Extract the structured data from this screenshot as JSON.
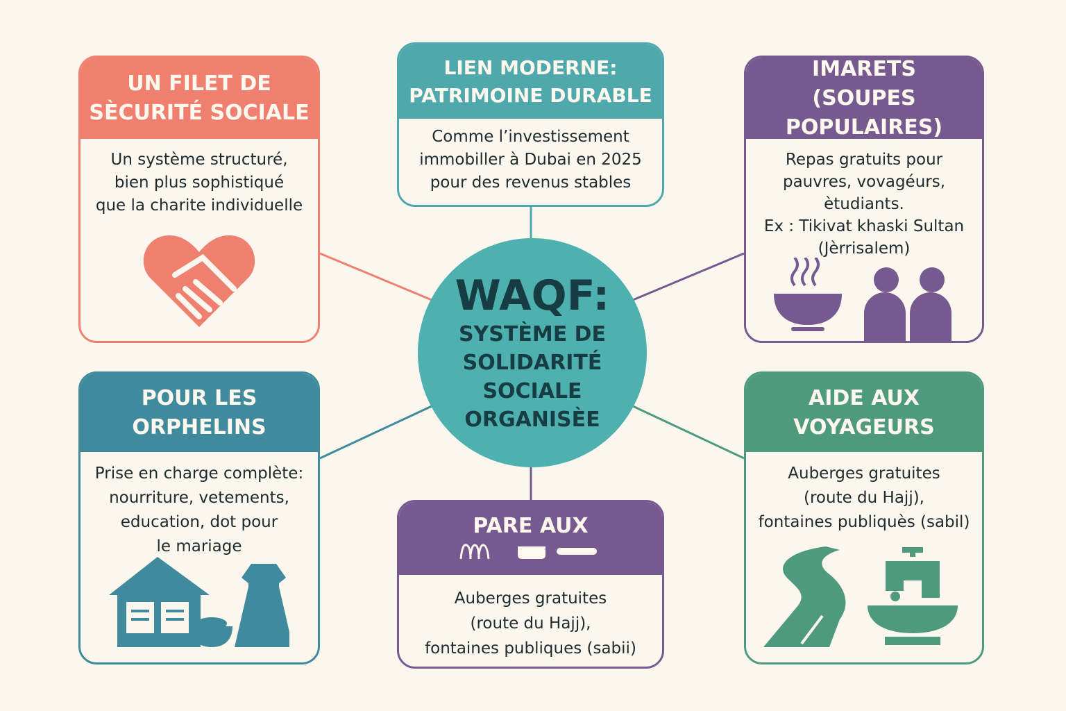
{
  "center": {
    "title": "WAQF:",
    "subtitle": [
      "SYSTÈME DE",
      "SOLIDARITÉ",
      "SOCIALE",
      "ORGANISÈE"
    ]
  },
  "cards": [
    {
      "title": [
        "UN FILET DE",
        "SÈCURITÉ SOCIALE"
      ],
      "body": [
        "Un système structuré,",
        "bien plus sophistiqué",
        "que la charite individuelle"
      ],
      "icon": "heart-handshake-icon",
      "color": "#ef8070"
    },
    {
      "title": [
        "LIEN MODERNE:",
        "PATRIMOINE DURABLE"
      ],
      "body": [
        "Comme l’investissement",
        "immobiller à Dubai en 2025",
        "pour des revenus stables"
      ],
      "color": "#4fa9ac"
    },
    {
      "title": [
        "IMARETS",
        "(SOUPES POPULAIRES)"
      ],
      "body": [
        "Repas gratuits pour",
        "pauvres, vovagéurs,",
        "ètudiants.",
        "Ex : Tikivat khaski Sultan",
        "(Jèrrisalem)"
      ],
      "icon": "soup-bowl-people-icon",
      "color": "#76598f"
    },
    {
      "title": [
        "POUR LES",
        "ORPHELINS"
      ],
      "body": [
        "Prise en charge complète:",
        "nourriture, vetements,",
        "education, dot pour",
        "le mariage"
      ],
      "icon": "house-book-dress-icon",
      "color": "#3f8a9c"
    },
    {
      "title": [
        "PARE AUX"
      ],
      "body": [
        "Auberges gratuites",
        "(route du Hajj),",
        "fontaines publiques (sabii)"
      ],
      "color": "#76598f"
    },
    {
      "title": [
        "AIDE AUX",
        "VOYAGEURS"
      ],
      "body": [
        "Auberges gratuites",
        "(route du Hajj),",
        "fontaines publiquès (sabil)"
      ],
      "icon": "road-fountain-icon",
      "color": "#4f9a7e"
    }
  ]
}
